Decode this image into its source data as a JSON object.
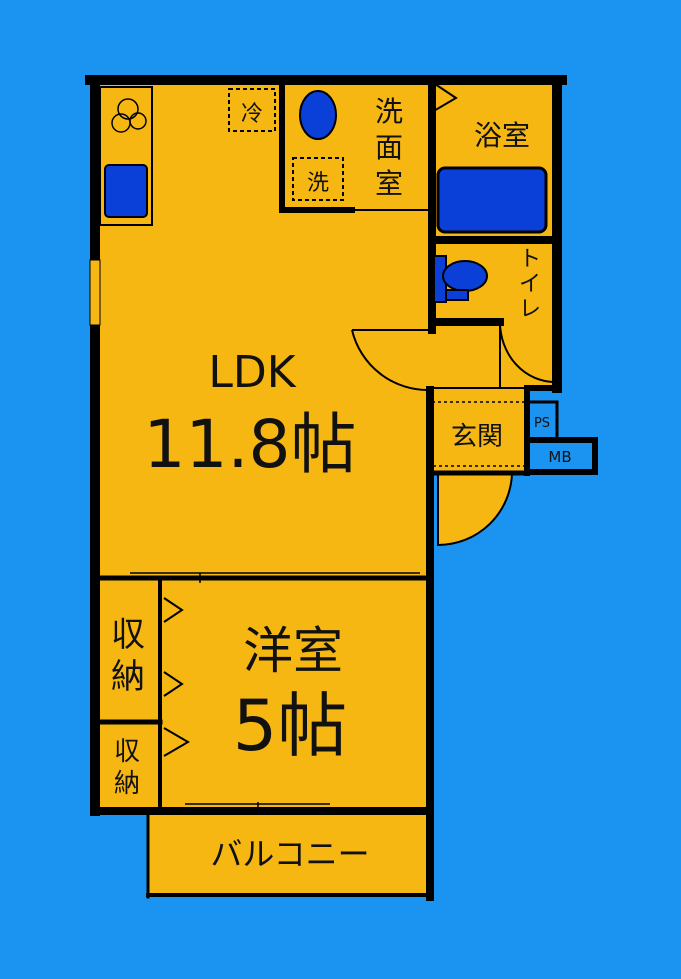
{
  "colors": {
    "background": "#1a94f0",
    "floor": "#f7b713",
    "wall": "#000000",
    "fixture": "#0a3fd8"
  },
  "rooms": {
    "ldk_name": "LDK",
    "ldk_size": "11.8帖",
    "western_name": "洋室",
    "western_size": "5帖",
    "bath": "浴室",
    "washroom": [
      "洗",
      "面",
      "室"
    ],
    "toilet": [
      "ト",
      "イ",
      "レ"
    ],
    "entrance": "玄関",
    "closet_top": [
      "収",
      "納"
    ],
    "closet_bottom": [
      "収",
      "納"
    ],
    "balcony": "バルコニー"
  },
  "fixtures": {
    "fridge": "冷",
    "washer": "洗",
    "ps": "PS",
    "mb": "MB"
  },
  "icons": [
    "stove-icon",
    "sink-icon",
    "washbasin-icon",
    "bathtub-icon",
    "toilet-icon"
  ]
}
